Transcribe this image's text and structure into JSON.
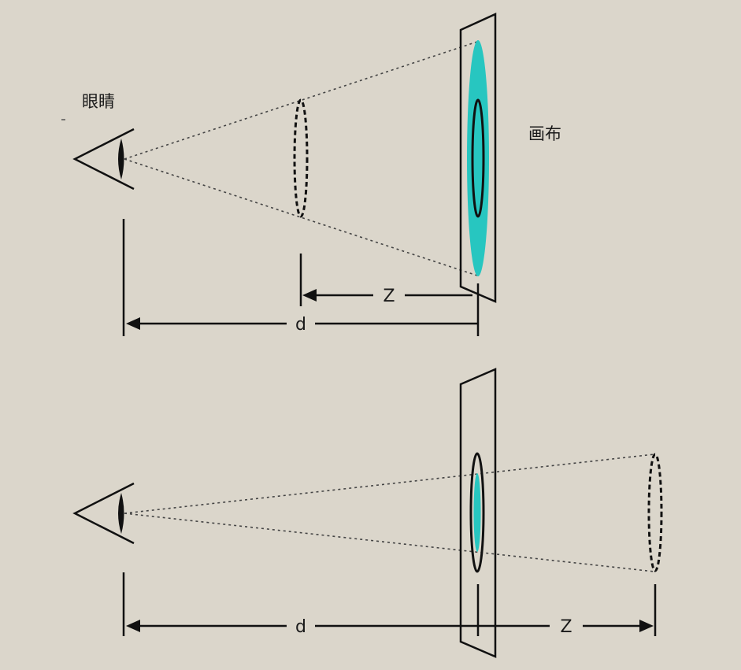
{
  "labels": {
    "eye": "眼睛",
    "canvas": "画布",
    "z": "Z",
    "d": "d"
  },
  "colors": {
    "background": "#dbd6cb",
    "ink": "#111111",
    "highlight": "#27c6c0"
  }
}
